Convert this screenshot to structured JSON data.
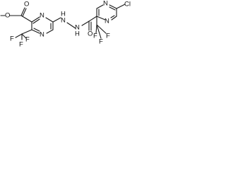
{
  "structure": {
    "atoms": {
      "methoxy_o": "O",
      "ester_carbonyl_o": "O",
      "left_ring_n_top": "N",
      "left_ring_n_bottom": "N",
      "left_cf3_f_left": "F",
      "left_cf3_f_right": "F",
      "left_cf3_f_bottom": "F",
      "hydrazide_nh_1": "H",
      "hydrazide_n_1": "N",
      "hydrazide_n_2": "N",
      "hydrazide_nh_2": "H",
      "amide_o": "O",
      "right_ring_n_top": "N",
      "right_ring_n_bottom": "N",
      "chloro": "Cl",
      "right_cf3_f_left": "F",
      "right_cf3_f_right": "F",
      "right_cf3_f_bottom": "F"
    }
  }
}
